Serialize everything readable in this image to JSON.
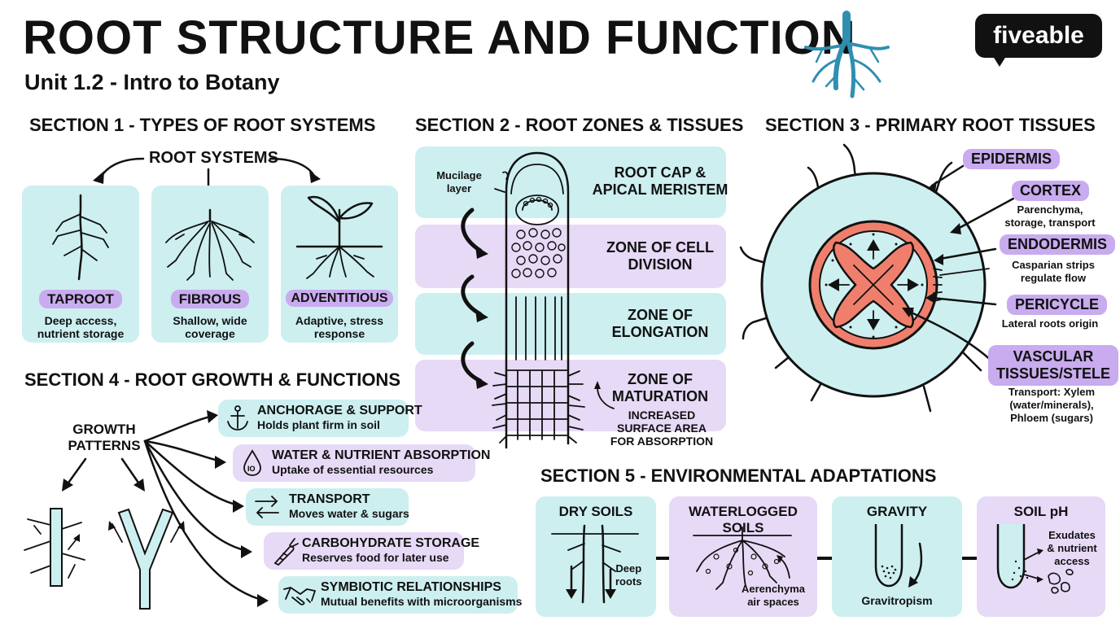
{
  "header": {
    "title": "ROOT STRUCTURE AND FUNCTION",
    "subtitle": "Unit 1.2 - Intro to Botany",
    "logo": "fiveable"
  },
  "section1": {
    "title": "SECTION 1 - TYPES OF ROOT SYSTEMS",
    "root_label": "ROOT SYSTEMS",
    "types": [
      {
        "name": "TAPROOT",
        "line1": "Deep access,",
        "line2": "nutrient storage"
      },
      {
        "name": "FIBROUS",
        "line1": "Shallow, wide",
        "line2": "coverage"
      },
      {
        "name": "ADVENTITIOUS",
        "line1": "Adaptive, stress",
        "line2": "response"
      }
    ]
  },
  "section2": {
    "title": "SECTION 2 - ROOT ZONES & TISSUES",
    "mucilage_l1": "Mucilage",
    "mucilage_l2": "layer",
    "zones": [
      {
        "l1": "ROOT CAP &",
        "l2": "APICAL MERISTEM"
      },
      {
        "l1": "ZONE OF CELL",
        "l2": "DIVISION"
      },
      {
        "l1": "ZONE OF",
        "l2": "ELONGATION"
      },
      {
        "l1": "ZONE OF",
        "l2": "MATURATION"
      }
    ],
    "note_l1": "INCREASED",
    "note_l2": "SURFACE AREA",
    "note_l3": "FOR ABSORPTION"
  },
  "section3": {
    "title": "SECTION 3 - PRIMARY ROOT TISSUES",
    "tissues": [
      {
        "name": "EPIDERMIS"
      },
      {
        "name": "CORTEX",
        "d1": "Parenchyma,",
        "d2": "storage, transport"
      },
      {
        "name": "ENDODERMIS",
        "d1": "Casparian strips",
        "d2": "regulate flow"
      },
      {
        "name": "PERICYCLE",
        "d1": "Lateral roots origin"
      },
      {
        "name1": "VASCULAR",
        "name2": "TISSUES/STELE",
        "d1": "Transport: Xylem",
        "d2": "(water/minerals),",
        "d3": "Phloem (sugars)"
      }
    ]
  },
  "section4": {
    "title": "SECTION 4 - ROOT GROWTH & FUNCTIONS",
    "growth_l1": "GROWTH",
    "growth_l2": "PATTERNS",
    "functions": [
      {
        "icon": "anchor-icon",
        "title": "ANCHORAGE & SUPPORT",
        "desc": "Holds plant firm in soil"
      },
      {
        "icon": "water-drop-icon",
        "title": "WATER & NUTRIENT ABSORPTION",
        "desc": "Uptake of essential resources"
      },
      {
        "icon": "transport-arrows-icon",
        "title": "TRANSPORT",
        "desc": "Moves water & sugars"
      },
      {
        "icon": "carrot-icon",
        "title": "CARBOHYDRATE STORAGE",
        "desc": "Reserves food for later use"
      },
      {
        "icon": "handshake-icon",
        "title": "SYMBIOTIC RELATIONSHIPS",
        "desc": "Mutual benefits with microorganisms"
      }
    ]
  },
  "section5": {
    "title": "SECTION 5 - ENVIRONMENTAL ADAPTATIONS",
    "dry": {
      "title": "DRY SOILS",
      "n1": "Deep",
      "n2": "roots"
    },
    "water": {
      "title": "WATERLOGGED SOILS",
      "n1": "Aerenchyma",
      "n2": "air spaces"
    },
    "gravity": {
      "title": "GRAVITY",
      "n1": "Gravitropism"
    },
    "ph": {
      "title": "SOIL pH",
      "n1": "Exudates",
      "n2": "& nutrient",
      "n3": "access"
    }
  },
  "colors": {
    "cyan": "#cdeff0",
    "lavender": "#e6daf6",
    "pill": "#c9abef",
    "stele": "#ef7f6c",
    "logo_root": "#2f8fb0"
  }
}
